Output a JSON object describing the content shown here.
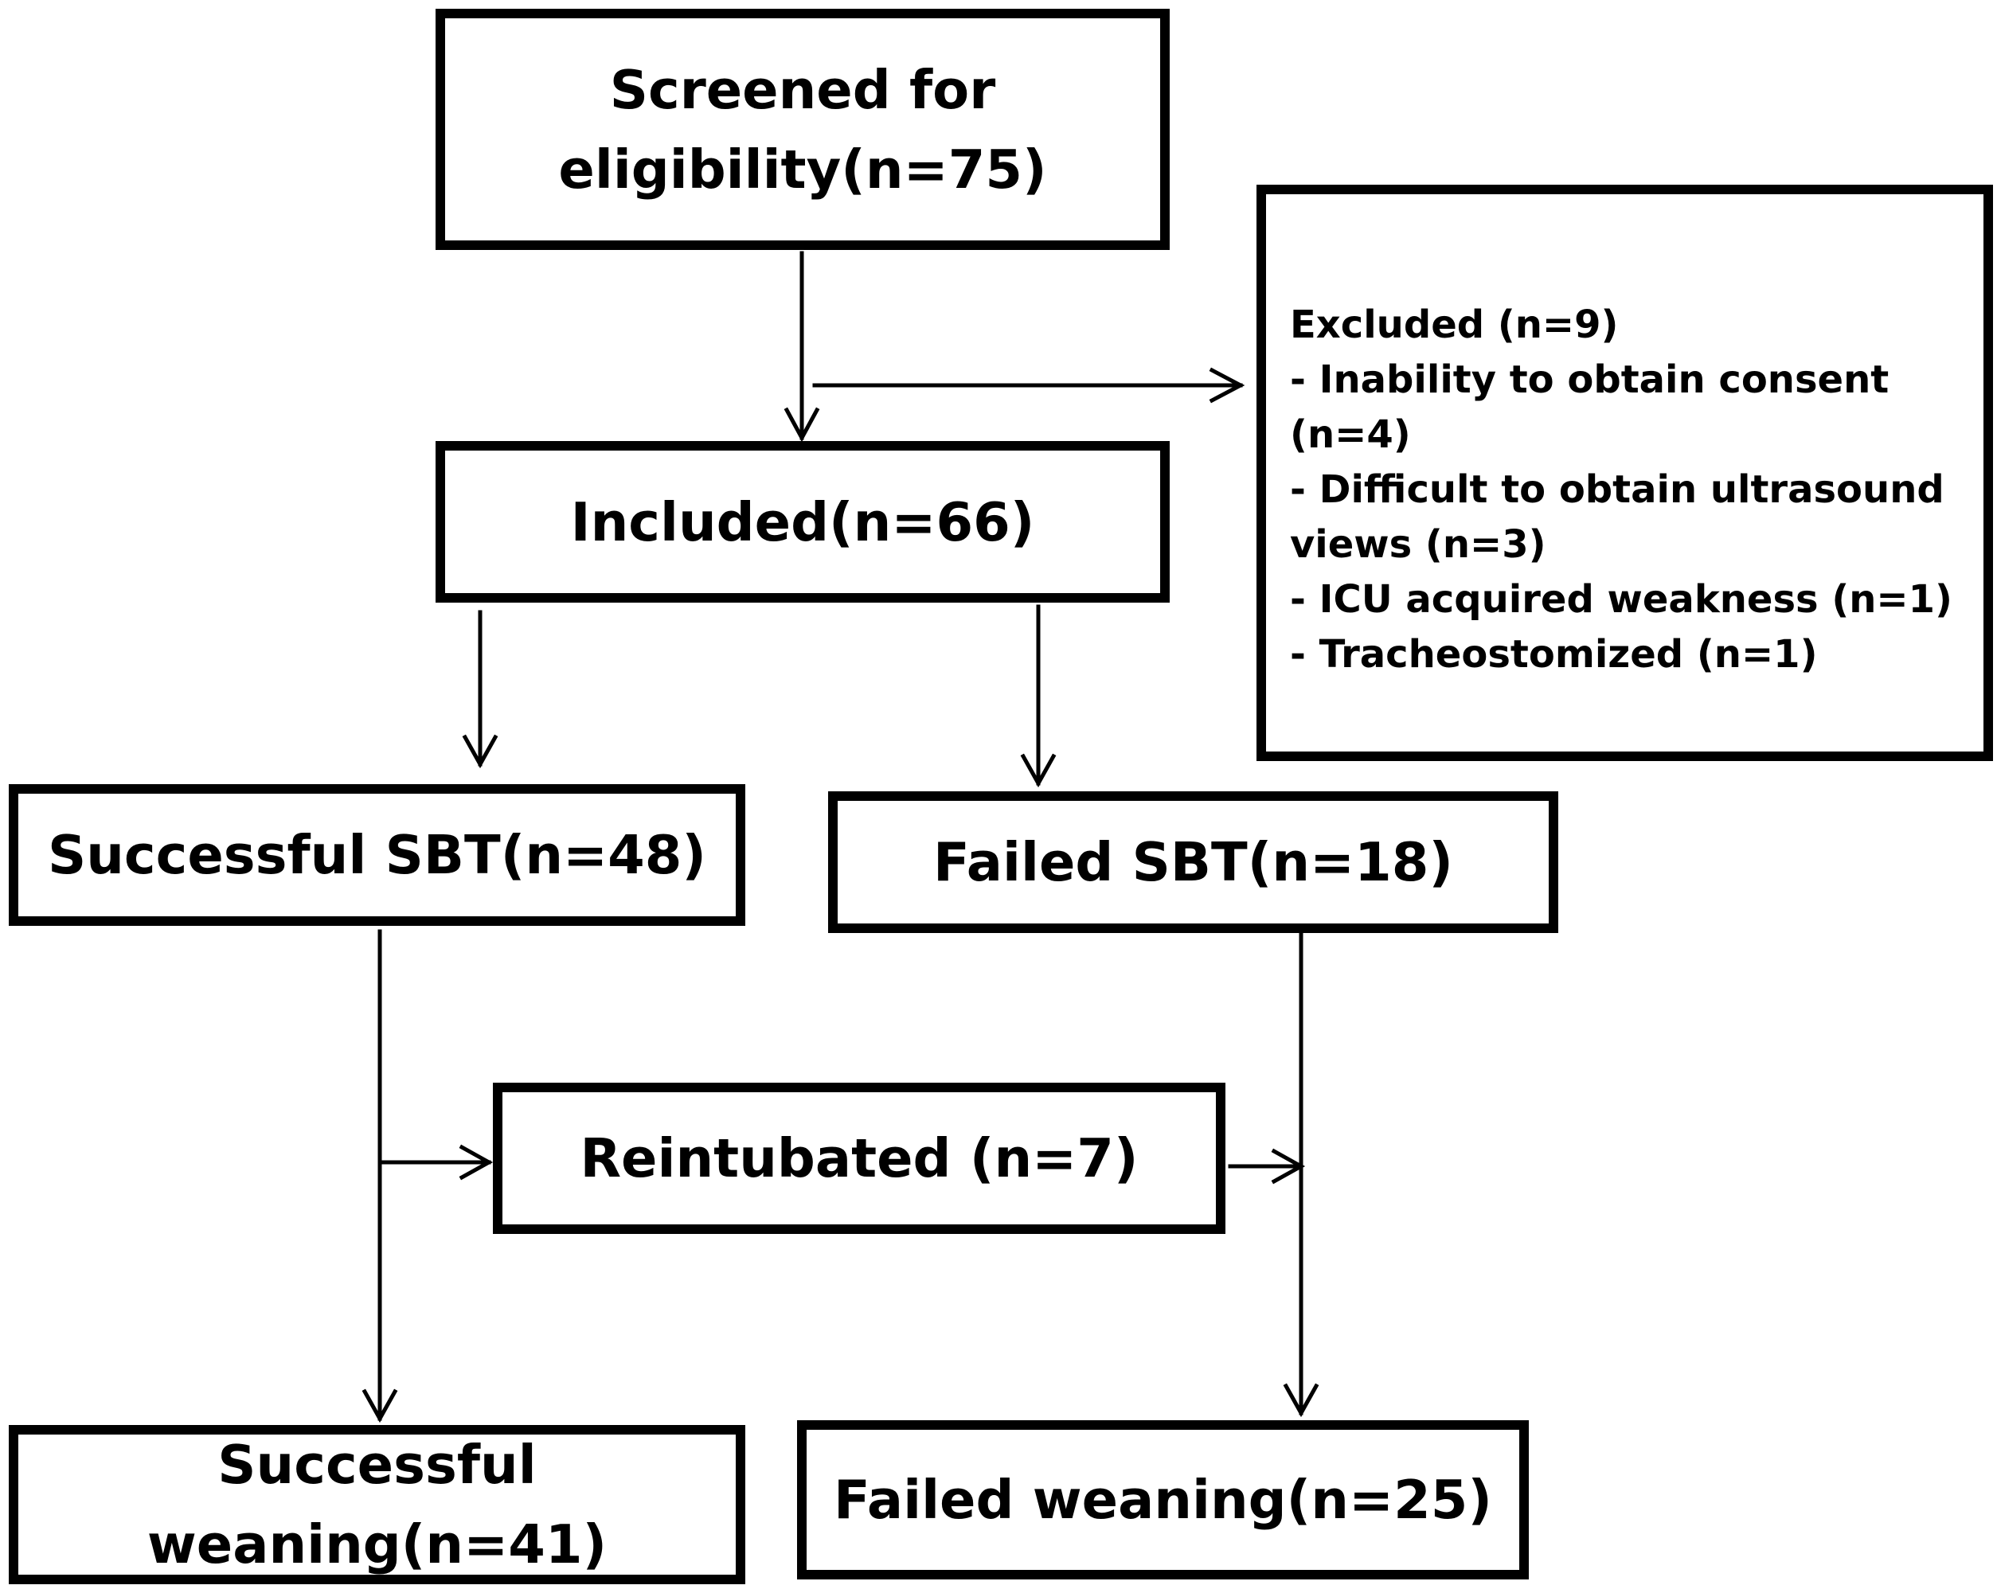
{
  "nodes": {
    "screened": {
      "label": "Screened for\neligibility(n=75)"
    },
    "included": {
      "label": "Included(n=66)"
    },
    "excluded": {
      "title": "Excluded (n=9)",
      "reasons": [
        "- Inability to obtain consent (n=4)",
        "- Difficult to obtain ultrasound\nviews (n=3)",
        "- ICU acquired weakness (n=1)",
        "- Tracheostomized (n=1)"
      ]
    },
    "successful_sbt": {
      "label": "Successful SBT(n=48)"
    },
    "failed_sbt": {
      "label": "Failed SBT(n=18)"
    },
    "reintubated": {
      "label": "Reintubated (n=7)"
    },
    "successful_weaning": {
      "label": "Successful\nweaning(n=41)"
    },
    "failed_weaning": {
      "label": "Failed weaning(n=25)"
    }
  },
  "edges": [
    {
      "from": "screened",
      "to": "included"
    },
    {
      "from": "screened",
      "to": "excluded"
    },
    {
      "from": "included",
      "to": "successful_sbt"
    },
    {
      "from": "included",
      "to": "failed_sbt"
    },
    {
      "from": "successful_sbt",
      "to": "reintubated"
    },
    {
      "from": "successful_sbt",
      "to": "successful_weaning"
    },
    {
      "from": "reintubated",
      "to": "failed_weaning"
    },
    {
      "from": "failed_sbt",
      "to": "failed_weaning"
    }
  ],
  "colors": {
    "line": "#000000",
    "box_fill": "#ffffff",
    "text": "#000000"
  }
}
